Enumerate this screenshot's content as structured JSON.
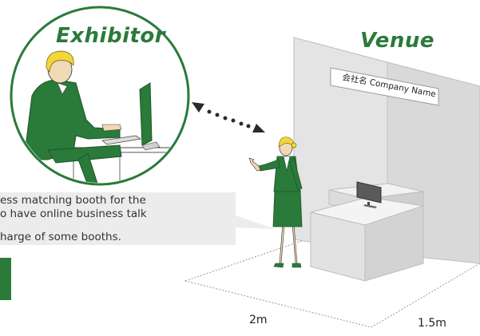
{
  "exhibitor": {
    "title": "Exhibitor"
  },
  "venue": {
    "title": "Venue",
    "sign_text": "会社名 Company Name"
  },
  "callout": {
    "line1": "ess matching booth for the",
    "line2": "o have online business talk",
    "line3": "harge of some booths."
  },
  "dimensions": {
    "width": "2m",
    "depth": "1.5m"
  },
  "colors": {
    "brand_green": "#2a7a3a",
    "callout_bg": "#ececec",
    "booth_wall": "#e3e3e3"
  }
}
